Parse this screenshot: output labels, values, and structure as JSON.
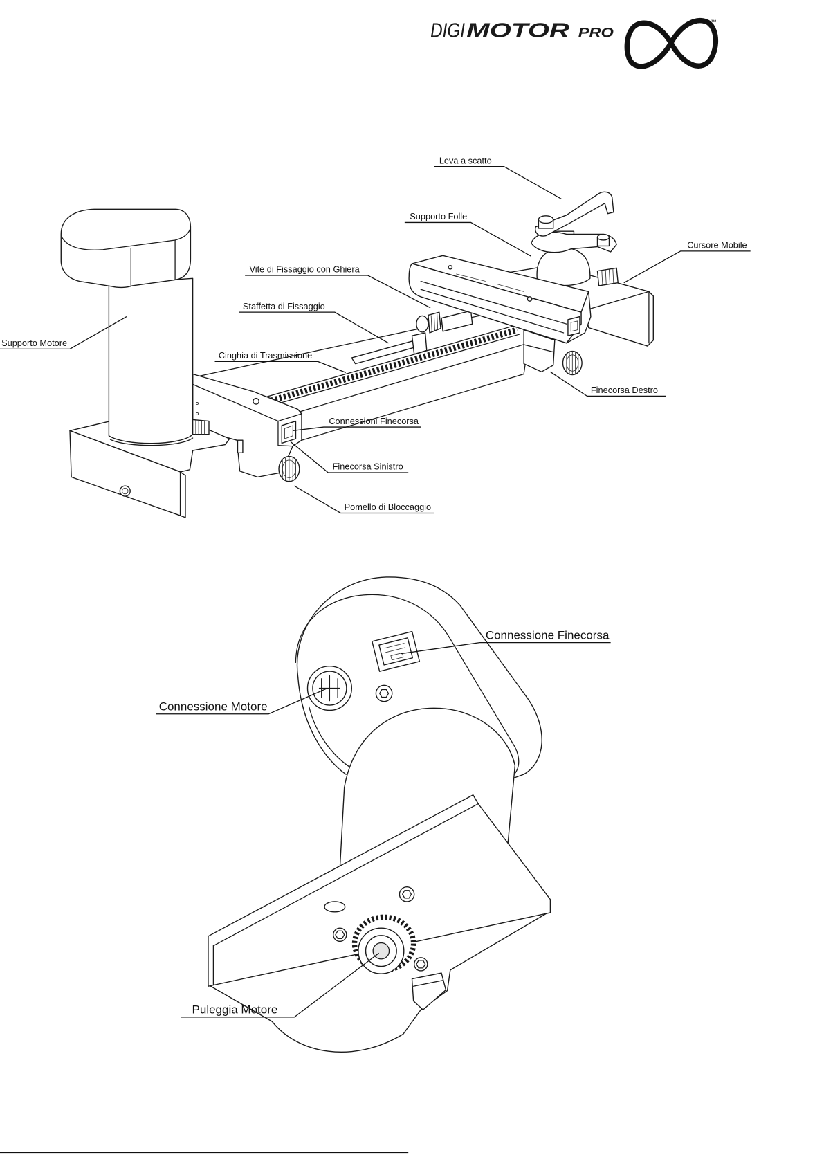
{
  "header": {
    "brand_prefix": "DIGI",
    "brand_main": "MOTOR",
    "brand_suffix": "PRO",
    "trademark": "™"
  },
  "figure_top": {
    "labels": {
      "quick_lever": "Leva a scatto",
      "idler_support": "Supporto Folle",
      "mobile_slider": "Cursore Mobile",
      "ring_screw": "Vite di Fissaggio con Ghiera",
      "fixing_bracket": "Staffetta di Fissaggio",
      "motor_support": "Supporto Motore",
      "drive_belt": "Cinghia di Trasmissione",
      "right_limit_switch": "Finecorsa Destro",
      "limit_connections": "Connessioni Finecorsa",
      "left_limit_switch": "Finecorsa Sinistro",
      "locking_knob": "Pomello di Bloccaggio"
    }
  },
  "figure_bottom": {
    "labels": {
      "limit_connection": "Connessione Finecorsa",
      "motor_connection": "Connessione Motore",
      "motor_pulley": "Puleggia Motore"
    }
  }
}
